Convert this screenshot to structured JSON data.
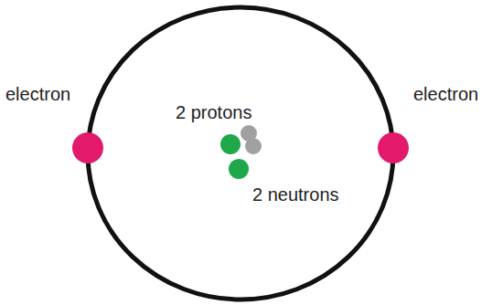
{
  "diagram": {
    "labels": [
      "electron",
      "2 protons",
      "electron",
      "2 neutrons"
    ]
  }
}
